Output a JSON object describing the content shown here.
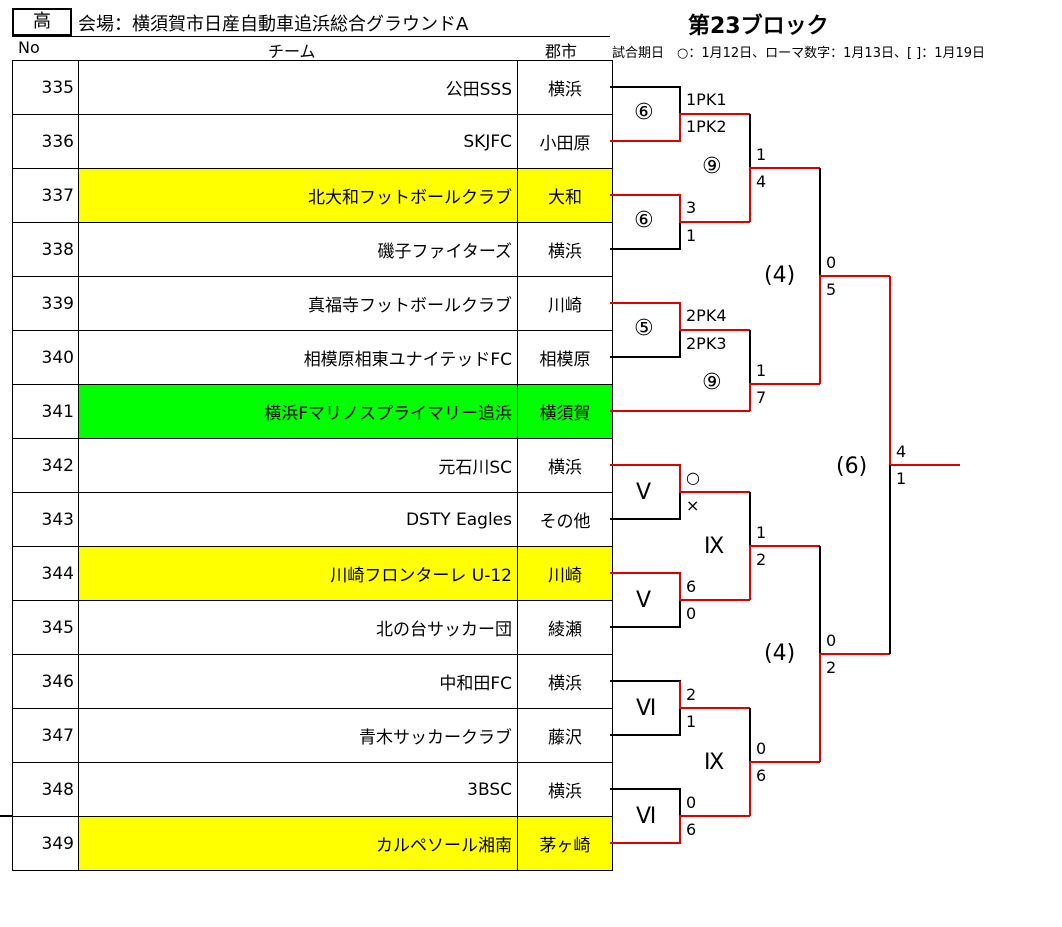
{
  "header": {
    "category": "高",
    "venue": "会場：横須賀市日産自動車追浜総合グラウンドA",
    "block_title": "第23ブロック",
    "col_no": "No",
    "col_team": "チーム",
    "col_city": "郡市",
    "legend": "試合期日　○：1月12日、ローマ数字：1月13日、[ ]：1月19日"
  },
  "teams": [
    {
      "no": "335",
      "name": "公田SSS",
      "city": "横浜",
      "highlight": ""
    },
    {
      "no": "336",
      "name": "SKJFC",
      "city": "小田原",
      "highlight": ""
    },
    {
      "no": "337",
      "name": "北大和フットボールクラブ",
      "city": "大和",
      "highlight": "yellow"
    },
    {
      "no": "338",
      "name": "磯子ファイターズ",
      "city": "横浜",
      "highlight": ""
    },
    {
      "no": "339",
      "name": "真福寺フットボールクラブ",
      "city": "川崎",
      "highlight": ""
    },
    {
      "no": "340",
      "name": "相模原相東ユナイテッドFC",
      "city": "相模原",
      "highlight": ""
    },
    {
      "no": "341",
      "name": "横浜Fマリノスプライマリー追浜",
      "city": "横須賀",
      "highlight": "green"
    },
    {
      "no": "342",
      "name": "元石川SC",
      "city": "横浜",
      "highlight": ""
    },
    {
      "no": "343",
      "name": "DSTY Eagles",
      "city": "その他",
      "highlight": ""
    },
    {
      "no": "344",
      "name": "川崎フロンターレ U-12",
      "city": "川崎",
      "highlight": "yellow"
    },
    {
      "no": "345",
      "name": "北の台サッカー団",
      "city": "綾瀬",
      "highlight": ""
    },
    {
      "no": "346",
      "name": "中和田FC",
      "city": "横浜",
      "highlight": ""
    },
    {
      "no": "347",
      "name": "青木サッカークラブ",
      "city": "藤沢",
      "highlight": ""
    },
    {
      "no": "348",
      "name": "3BSC",
      "city": "横浜",
      "highlight": ""
    },
    {
      "no": "349",
      "name": "カルペソール湘南",
      "city": "茅ヶ崎",
      "highlight": "yellow"
    }
  ],
  "bracket": {
    "marks": [
      "⑥",
      "⑨",
      "⑥",
      "(4)",
      "⑤",
      "⑨",
      "(6)",
      "Ⅴ",
      "Ⅸ",
      "Ⅴ",
      "(4)",
      "Ⅵ",
      "Ⅸ",
      "Ⅵ"
    ],
    "scores": [
      "1PK1",
      "1PK2",
      "1",
      "4",
      "3",
      "1",
      "0",
      "5",
      "2PK4",
      "2PK3",
      "1",
      "7",
      "4",
      "1",
      "○",
      "×",
      "1",
      "2",
      "6",
      "0",
      "0",
      "2",
      "2",
      "1",
      "0",
      "6",
      "0",
      "6"
    ]
  },
  "colors": {
    "win_line": "#e00000",
    "yellow": "#ffff00",
    "green": "#00ff00"
  }
}
